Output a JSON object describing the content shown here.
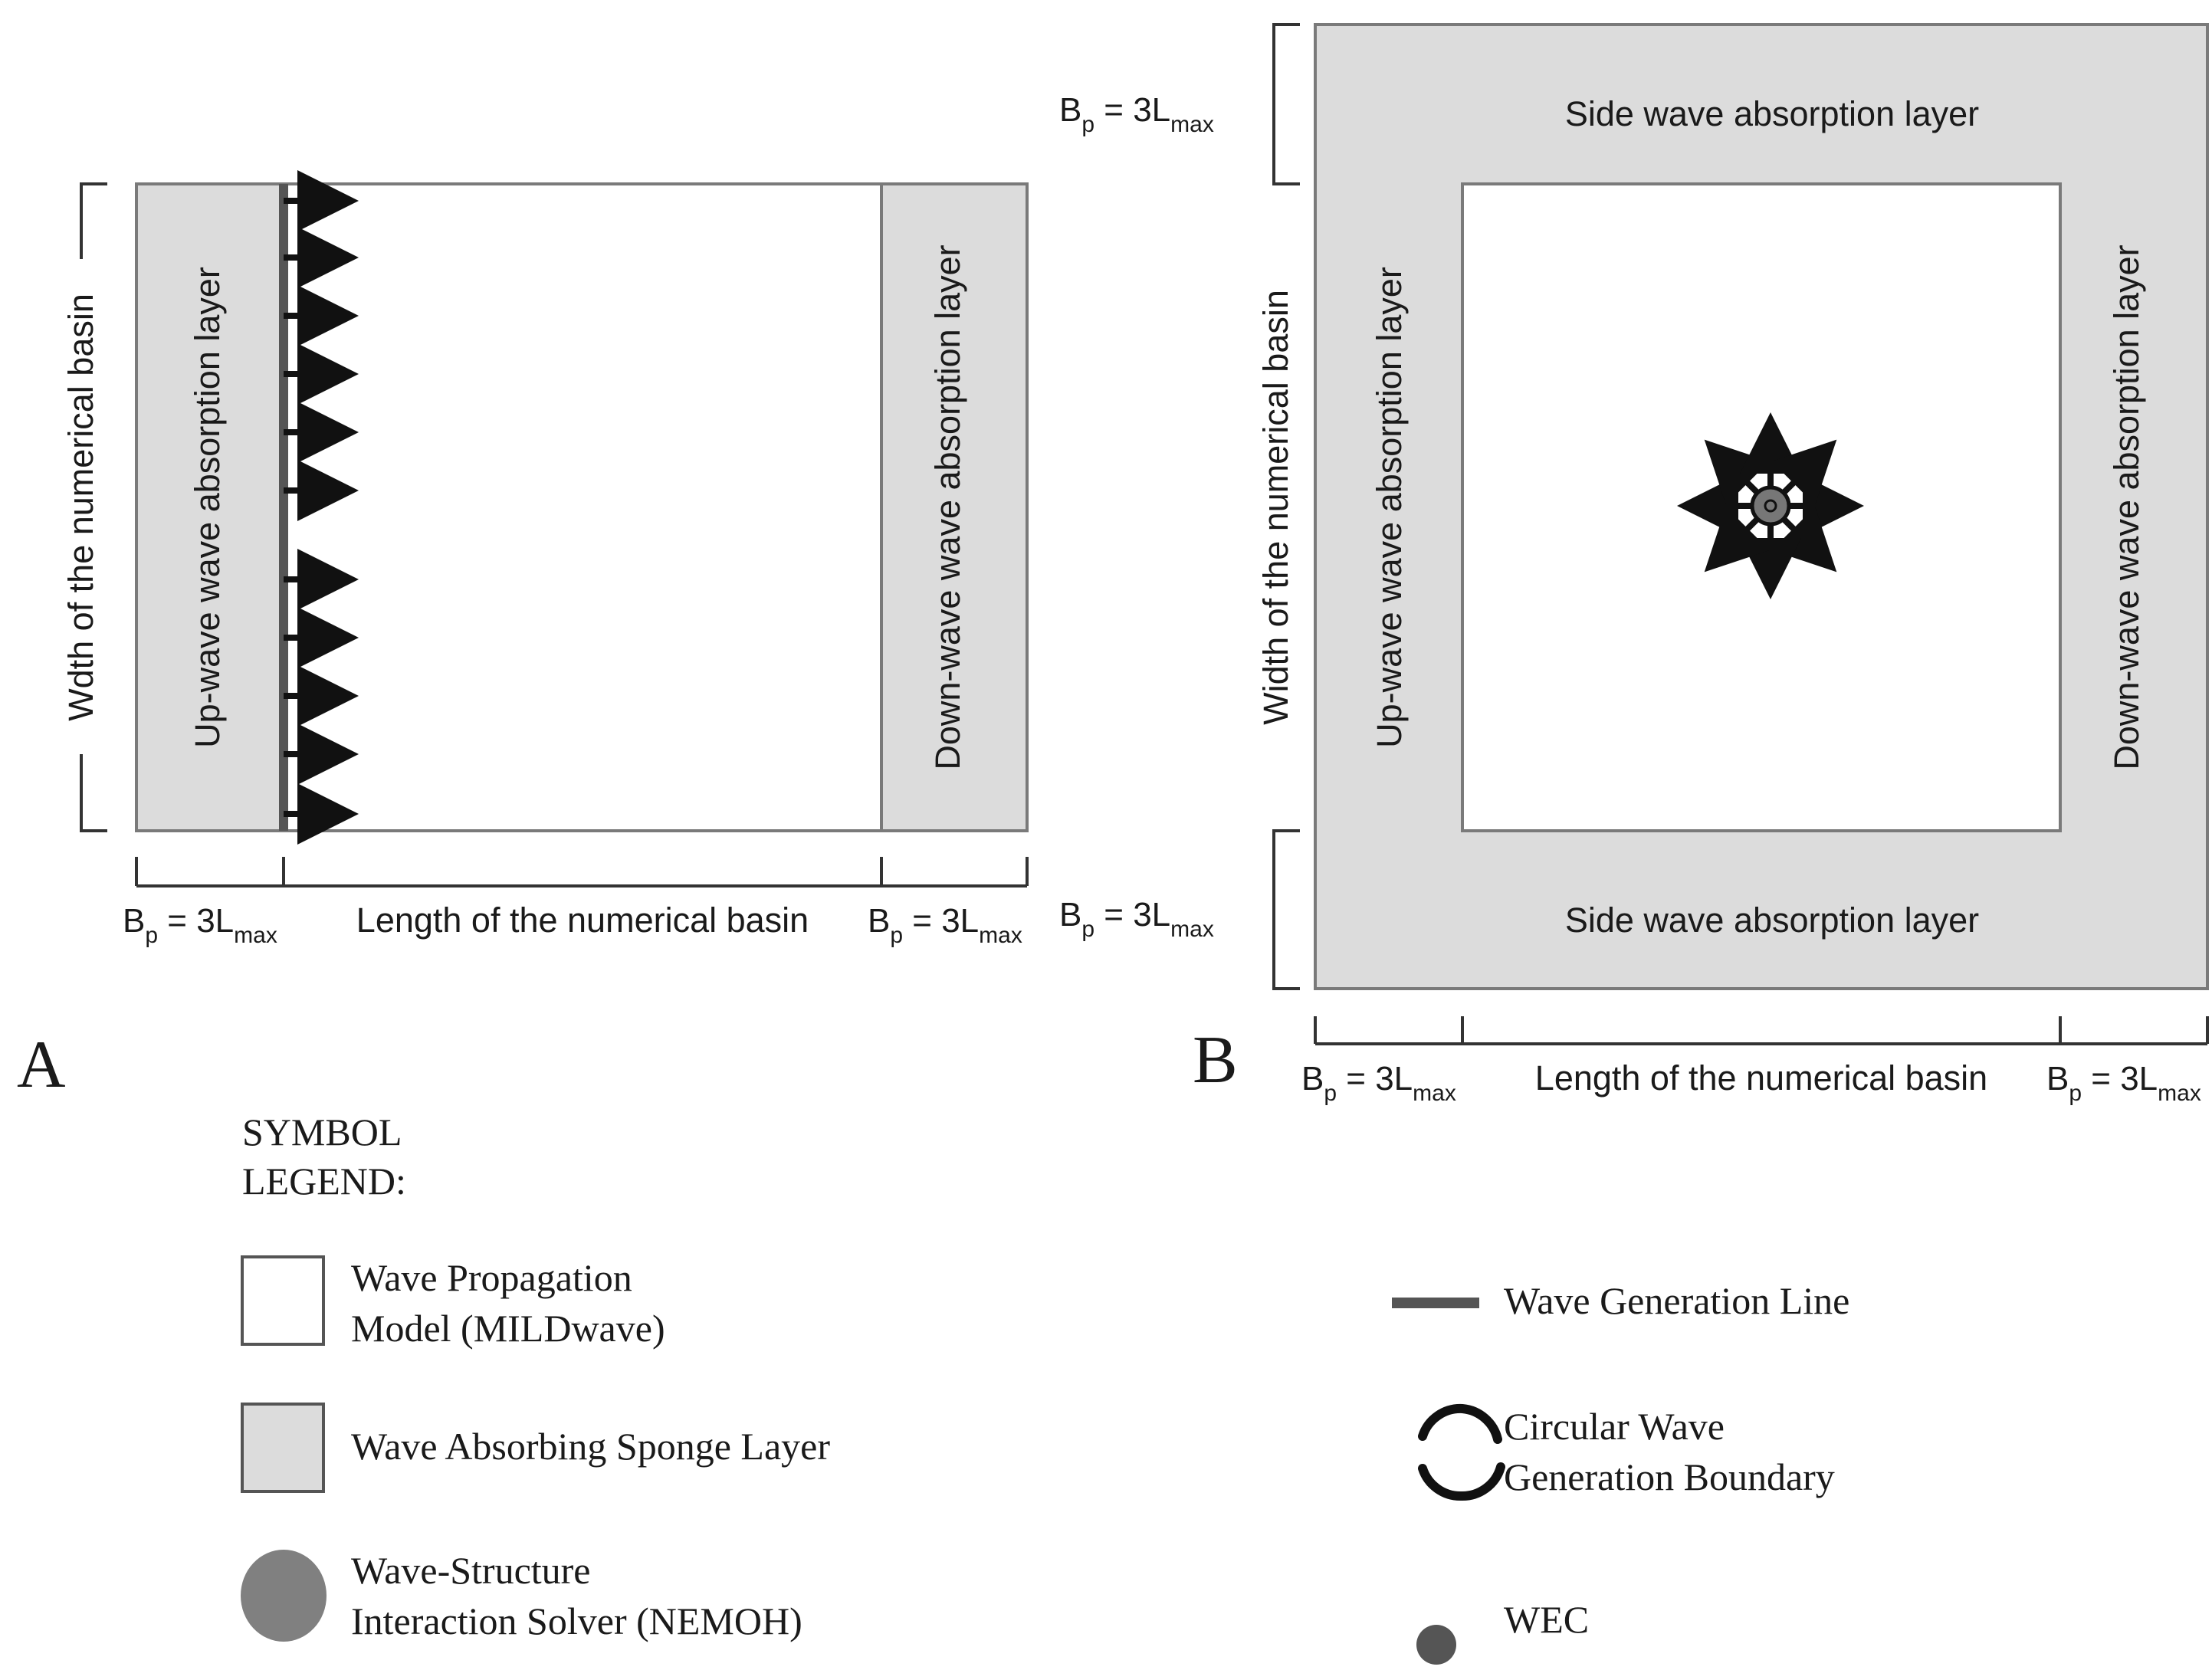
{
  "panel_a": {
    "letter": "A",
    "up_layer": "Up-wave wave absorption layer",
    "down_layer": "Down-wave wave absorption layer",
    "width_label": "Wdth of the numerical basin",
    "length_label": "Length of the numerical basin",
    "bp_prefix": "B",
    "bp_sub": "p",
    "bp_mid": " = 3L",
    "bp_sub2": "max"
  },
  "panel_b": {
    "letter": "B",
    "up_layer": "Up-wave wave absorption layer",
    "down_layer": "Down-wave wave absorption layer",
    "side_layer": "Side wave absorption layer",
    "width_label": "Width of the numerical basin",
    "length_label": "Length of the numerical basin"
  },
  "legend": {
    "title_line1": "SYMBOL",
    "title_line2": "LEGEND:",
    "items": [
      {
        "line1": "Wave Propagation",
        "line2": "Model (MILDwave)"
      },
      {
        "line1": "Wave Absorbing Sponge Layer",
        "line2": ""
      },
      {
        "line1": "Wave-Structure",
        "line2": "Interaction Solver (NEMOH)"
      },
      {
        "line1": "Wave Generation Line",
        "line2": ""
      },
      {
        "line1": "Circular Wave",
        "line2": "Generation Boundary"
      },
      {
        "line1": "WEC",
        "line2": ""
      }
    ]
  },
  "colors": {
    "sponge": "#dcdcdc",
    "border": "#7a7a7a",
    "ink": "#111111",
    "generation_line": "#555555",
    "solver": "#808080",
    "wec": "#555555"
  }
}
